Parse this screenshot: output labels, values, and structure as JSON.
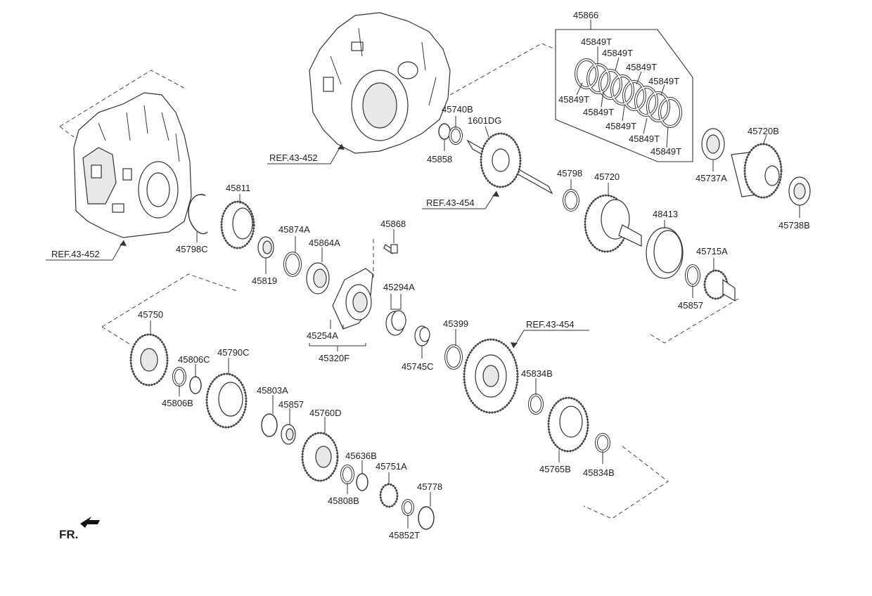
{
  "labels": {
    "p45866": "45866",
    "p45849T": "45849T",
    "p45740B": "45740B",
    "p1601DG": "1601DG",
    "p45858": "45858",
    "p45720B": "45720B",
    "p45737A": "45737A",
    "p45738B": "45738B",
    "p45798": "45798",
    "p45720": "45720",
    "p48413": "48413",
    "p45715A": "45715A",
    "p45857": "45857",
    "p45811": "45811",
    "p45798C": "45798C",
    "p45874A": "45874A",
    "p45864A": "45864A",
    "p45819": "45819",
    "p45868": "45868",
    "p45294A": "45294A",
    "p45254A": "45254A",
    "p45320F": "45320F",
    "p45745C": "45745C",
    "p45399": "45399",
    "p45750": "45750",
    "p45806C": "45806C",
    "p45806B": "45806B",
    "p45790C": "45790C",
    "p45803A": "45803A",
    "p45760D": "45760D",
    "p45636B": "45636B",
    "p45751A": "45751A",
    "p45808B": "45808B",
    "p45778": "45778",
    "p45852T": "45852T",
    "p45834B": "45834B",
    "p45765B": "45765B"
  },
  "refs": {
    "ref_43_452": "REF.43-452",
    "ref_43_454": "REF.43-454"
  },
  "direction": {
    "fr": "FR."
  }
}
